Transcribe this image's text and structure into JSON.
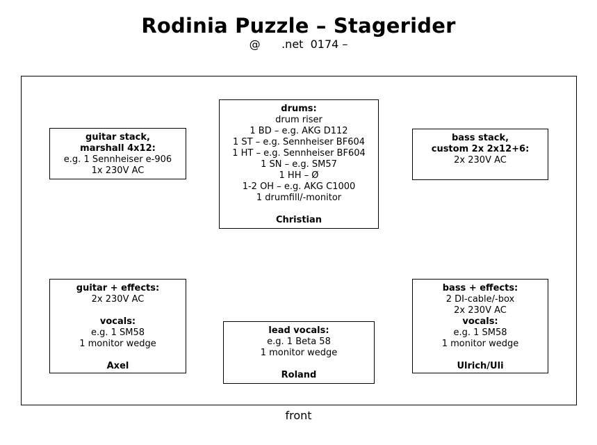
{
  "header": {
    "title": "Rodinia Puzzle – Stagerider",
    "contact": "@      .net  0174 –"
  },
  "stage": {
    "front_label": "front",
    "boxes": {
      "guitar_stack": {
        "lines": [
          "guitar stack,",
          "marshall 4x12:",
          "e.g. 1 Sennheiser e-906",
          "1x 230V AC"
        ]
      },
      "drums": {
        "lines": [
          "drums:",
          "drum riser",
          "1 BD – e.g. AKG D112",
          "1 ST – e.g. Sennheiser BF604",
          "1 HT – e.g. Sennheiser BF604",
          "1 SN – e.g. SM57",
          "1 HH – Ø",
          "1-2 OH – e.g. AKG C1000",
          "1 drumfill/-monitor"
        ],
        "name": "Christian"
      },
      "bass_stack": {
        "lines": [
          "bass stack,",
          "custom 2x 2x12+6:",
          "2x 230V AC"
        ]
      },
      "guitar_effects": {
        "lines1": [
          "guitar + effects:",
          "2x 230V AC"
        ],
        "lines2": [
          "vocals:",
          "e.g. 1 SM58",
          "1 monitor wedge"
        ],
        "name": "Axel"
      },
      "lead_vocals": {
        "lines": [
          "lead vocals:",
          "e.g. 1 Beta 58",
          "1 monitor wedge"
        ],
        "name": "Roland"
      },
      "bass_effects": {
        "lines": [
          "bass + effects:",
          "2 DI-cable/-box",
          "2x 230V AC",
          "vocals:",
          "e.g. 1 SM58",
          "1 monitor wedge"
        ],
        "name": "Ulrich/Uli"
      }
    }
  }
}
